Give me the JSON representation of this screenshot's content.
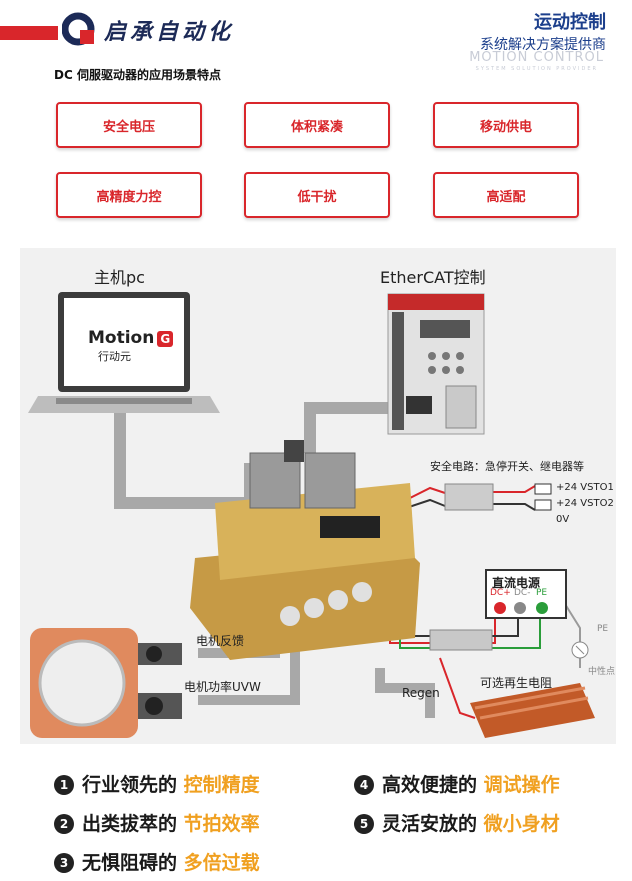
{
  "header": {
    "brand_name": "启承自动化",
    "title": "运动控制",
    "subtitle": "系统解决方案提供商",
    "watermark": "MOTION CONTROL",
    "watermark_small": "SYSTEM SOLUTION PROVIDER"
  },
  "features": {
    "title": "DC 伺服驱动器的应用场景特点",
    "items": [
      "安全电压",
      "体积紧凑",
      "移动供电",
      "高精度力控",
      "低干扰",
      "高适配"
    ]
  },
  "diagram": {
    "pc_label": "主机pc",
    "ethercat_label": "EtherCAT控制",
    "laptop_brand": "Motion",
    "laptop_brand_g": "G",
    "laptop_sub": "行动元",
    "safety_label": "安全电路：急停开关、继电器等",
    "vsto1": "+24 VSTO1",
    "vsto2": "+24 VSTO2",
    "zero_v": "0V",
    "dc_power": "直流电源",
    "dc_plus": "DC+",
    "dc_minus": "DC-",
    "pe": "PE",
    "pe_ground": "PE",
    "neutral": "中性点",
    "encoder_label": "电机反馈",
    "power_label": "电机功率UVW",
    "regen_label": "Regen",
    "resistor_label": "可选再生电阻"
  },
  "highlights": [
    {
      "num": "1",
      "text": "行业领先的",
      "hl": "控制精度"
    },
    {
      "num": "2",
      "text": "出类拔萃的",
      "hl": "节拍效率"
    },
    {
      "num": "3",
      "text": "无惧阻碍的",
      "hl": "多倍过载"
    },
    {
      "num": "4",
      "text": "高效便捷的",
      "hl": "调试操作"
    },
    {
      "num": "5",
      "text": "灵活安放的",
      "hl": "微小身材"
    }
  ],
  "colors": {
    "accent_red": "#d9262b",
    "brand_blue": "#1c3f8c",
    "highlight_orange": "#f0a020"
  }
}
